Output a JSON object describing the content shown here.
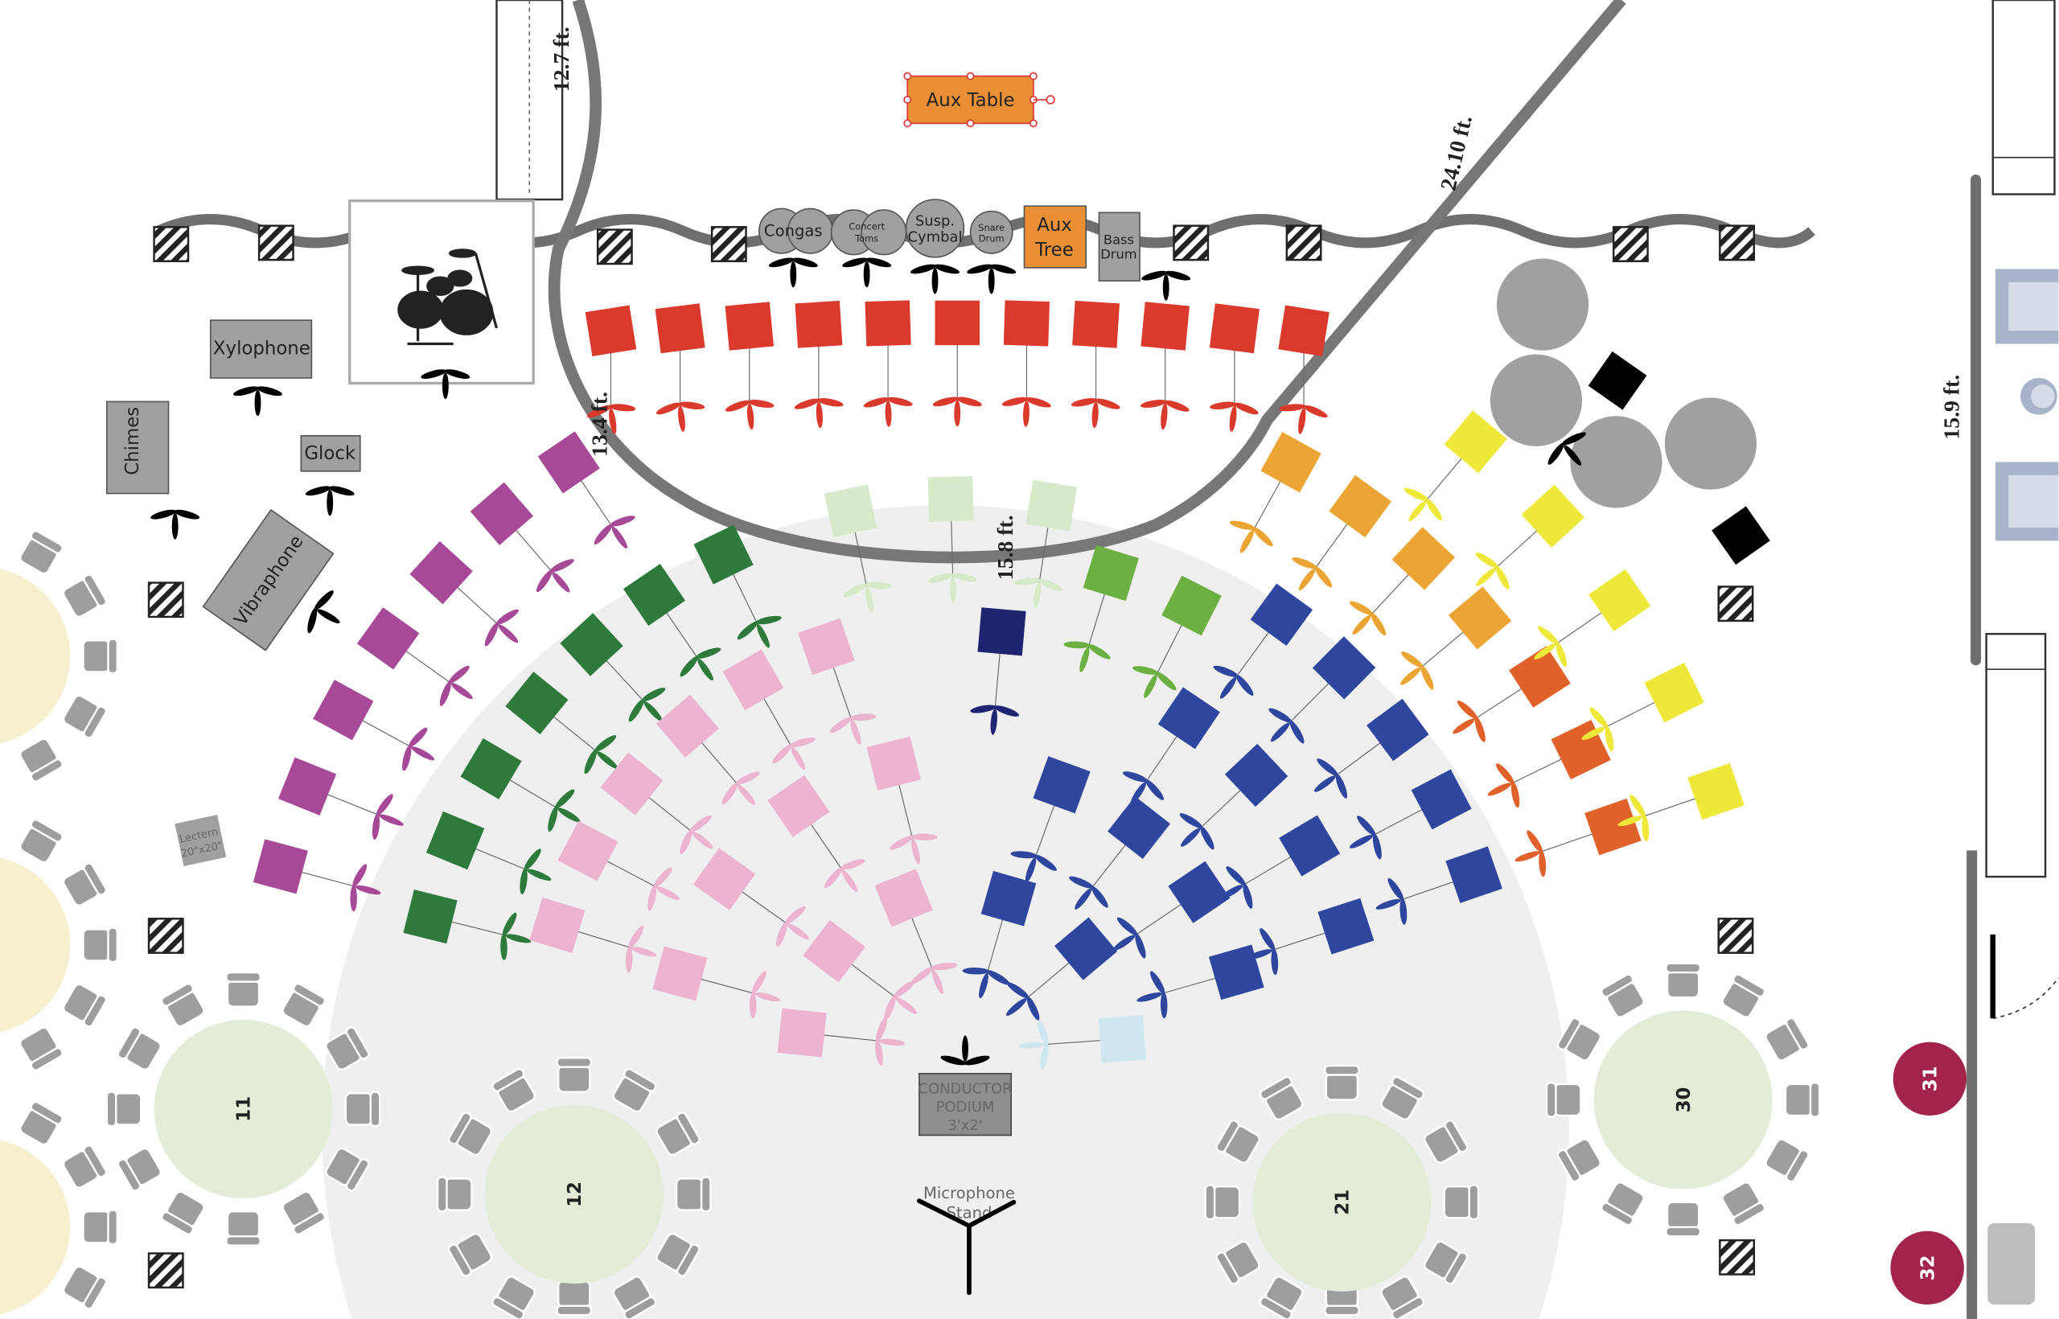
{
  "labels": {
    "aux_table": "Aux Table",
    "congas": "Congas",
    "concert_toms_1": "Concert",
    "concert_toms_2": "Toms",
    "susp_cymbal_1": "Susp.",
    "susp_cymbal_2": "Cymbal",
    "snare_1": "Snare",
    "snare_2": "Drum",
    "aux_tree_1": "Aux",
    "aux_tree_2": "Tree",
    "bass_drum_1": "Bass",
    "bass_drum_2": "Drum",
    "xylophone": "Xylophone",
    "chimes": "Chimes",
    "glock": "Glock",
    "vibraphone": "Vibraphone",
    "lectern_1": "Lectern",
    "lectern_2": "20\"x20\"",
    "podium_1": "CONDUCTOR",
    "podium_2": "PODIUM",
    "podium_3": "3'x2'",
    "mic_1": "Microphone",
    "mic_2": "Stand"
  },
  "dimensions": {
    "d1": "12.7 ft.",
    "d2": "24.10 ft.",
    "d3": "13.4 ft.",
    "d4": "15.8 ft.",
    "d5": "15.9 ft."
  },
  "tables": [
    {
      "number": "11",
      "chairs": 12
    },
    {
      "number": "12",
      "chairs": 12
    },
    {
      "number": "21",
      "chairs": 12
    },
    {
      "number": "30",
      "chairs": 12
    }
  ],
  "markers": [
    {
      "number": "31",
      "color": "#a3244b"
    },
    {
      "number": "32",
      "color": "#a3244b"
    }
  ],
  "sections": [
    {
      "id": "red",
      "color": "#d93a2b",
      "seats": 11
    },
    {
      "id": "purple",
      "color": "#a64a97",
      "seats": 7
    },
    {
      "id": "green",
      "color": "#2e7a3c",
      "seats": 7
    },
    {
      "id": "pink-outer",
      "color": "#ecb4cf",
      "seats": 6
    },
    {
      "id": "pink-mid",
      "color": "#ecb4cf",
      "seats": 4
    },
    {
      "id": "pink-inner",
      "color": "#ecb4cf",
      "seats": 3
    },
    {
      "id": "light-green",
      "color": "#d6e9c9",
      "seats": 3
    },
    {
      "id": "navy",
      "color": "#1f2470",
      "seats": 1
    },
    {
      "id": "lime",
      "color": "#6cb043",
      "seats": 2
    },
    {
      "id": "blue-outer",
      "color": "#2f469e",
      "seats": 5
    },
    {
      "id": "blue-mid",
      "color": "#2f469e",
      "seats": 4
    },
    {
      "id": "blue-inner",
      "color": "#2f469e",
      "seats": 4
    },
    {
      "id": "blue-front",
      "color": "#2f469e",
      "seats": 2
    },
    {
      "id": "light-blue",
      "color": "#cde6f0",
      "seats": 1
    },
    {
      "id": "orange",
      "color": "#eba534",
      "seats": 4
    },
    {
      "id": "orange-red",
      "color": "#e0622a",
      "seats": 3
    },
    {
      "id": "yellow",
      "color": "#ede83a",
      "seats": 5
    }
  ],
  "colors": {
    "accent_orange": "#e98f35",
    "equipment_gray": "#a0a0a0",
    "table_green": "#e3ecd6",
    "table_yellow": "#f7f0cf",
    "floor": "#efefef"
  }
}
